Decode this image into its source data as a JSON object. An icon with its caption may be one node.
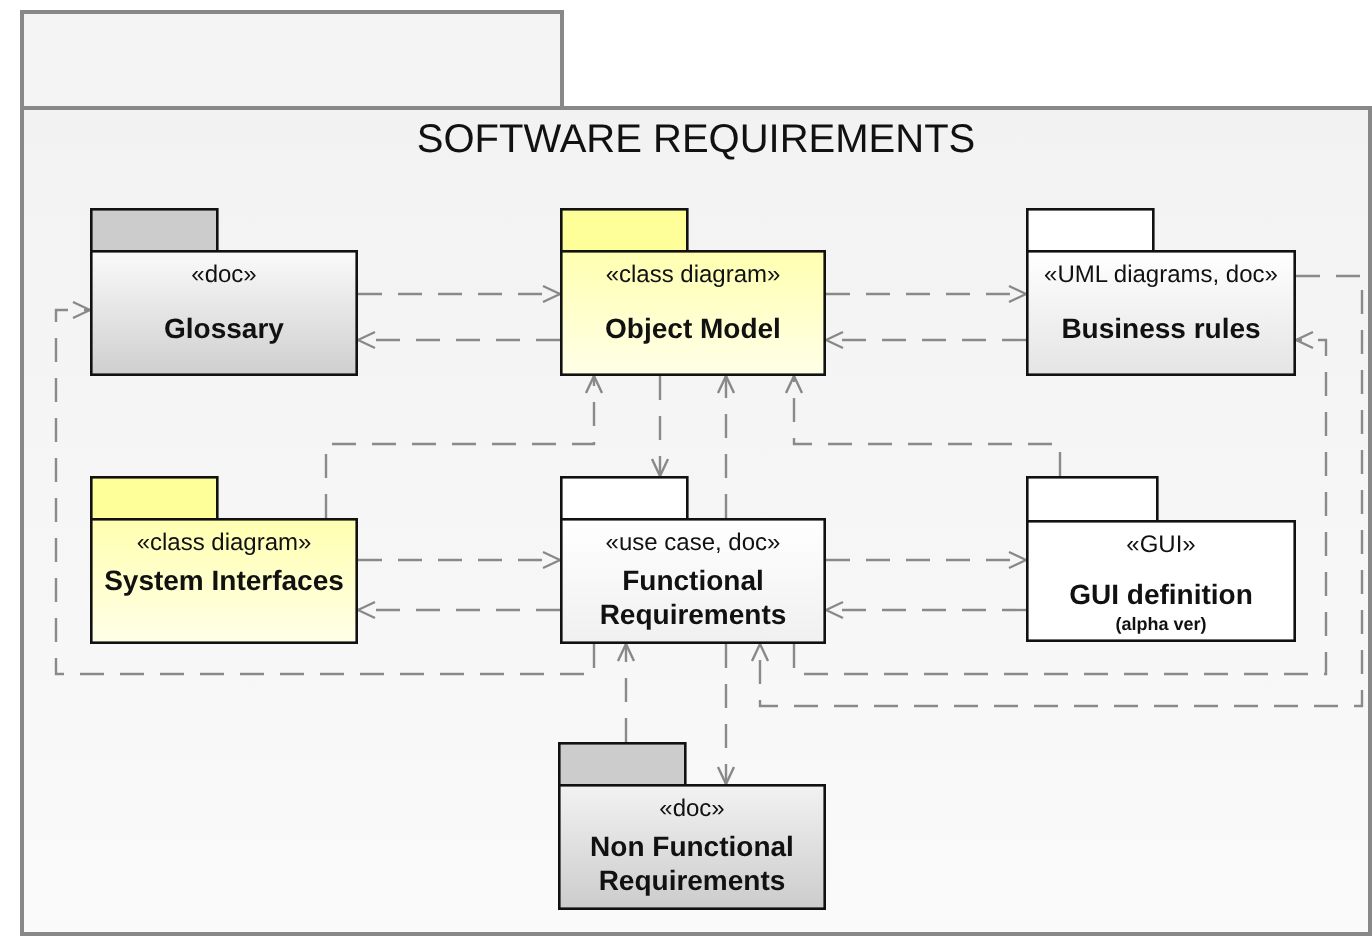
{
  "diagram": {
    "nodes": [
      {
        "text": [
          "SOFTWARE REQUIREMENTS"
        ]
      },
      {
        "text": [
          "«doc»",
          "Glossary"
        ],
        "in": 0
      },
      {
        "text": [
          "«class diagram»",
          "Object Model"
        ],
        "in": 0
      },
      {
        "text": [
          "«UML diagrams, doc»",
          "Business rules"
        ],
        "in": 0
      },
      {
        "text": [
          "«class diagram»",
          "System Interfaces"
        ],
        "in": 0
      },
      {
        "text": [
          "«use case, doc»",
          "Functional Requirements"
        ],
        "in": 0
      },
      {
        "text": [
          "«GUI»",
          "GUI definition",
          "(alpha ver)"
        ],
        "in": 0
      },
      {
        "text": [
          "«doc»",
          "Non Functional Requirements"
        ],
        "in": 0
      }
    ],
    "edges": [
      {
        "from": 1,
        "to": 2,
        "arrow": "to",
        "style": "dashed"
      },
      {
        "from": 2,
        "to": 1,
        "arrow": "to",
        "style": "dashed"
      },
      {
        "from": 2,
        "to": 3,
        "arrow": "to",
        "style": "dashed"
      },
      {
        "from": 3,
        "to": 2,
        "arrow": "to",
        "style": "dashed"
      },
      {
        "from": 2,
        "to": 5,
        "arrow": "to",
        "style": "dashed"
      },
      {
        "from": 5,
        "to": 2,
        "arrow": "to",
        "style": "dashed"
      },
      {
        "from": 4,
        "to": 2,
        "arrow": "to",
        "style": "dashed"
      },
      {
        "from": 6,
        "to": 2,
        "arrow": "to",
        "style": "dashed"
      },
      {
        "from": 4,
        "to": 5,
        "arrow": "to",
        "style": "dashed"
      },
      {
        "from": 5,
        "to": 4,
        "arrow": "to",
        "style": "dashed"
      },
      {
        "from": 5,
        "to": 6,
        "arrow": "to",
        "style": "dashed"
      },
      {
        "from": 6,
        "to": 5,
        "arrow": "to",
        "style": "dashed"
      },
      {
        "from": 5,
        "to": 7,
        "arrow": "to",
        "style": "dashed"
      },
      {
        "from": 7,
        "to": 5,
        "arrow": "to",
        "style": "dashed"
      },
      {
        "from": 5,
        "to": 1,
        "arrow": "to",
        "style": "dashed"
      },
      {
        "from": 5,
        "to": 3,
        "arrow": "to",
        "style": "dashed"
      },
      {
        "from": 3,
        "to": 5,
        "arrow": "to",
        "style": "dashed"
      }
    ]
  }
}
